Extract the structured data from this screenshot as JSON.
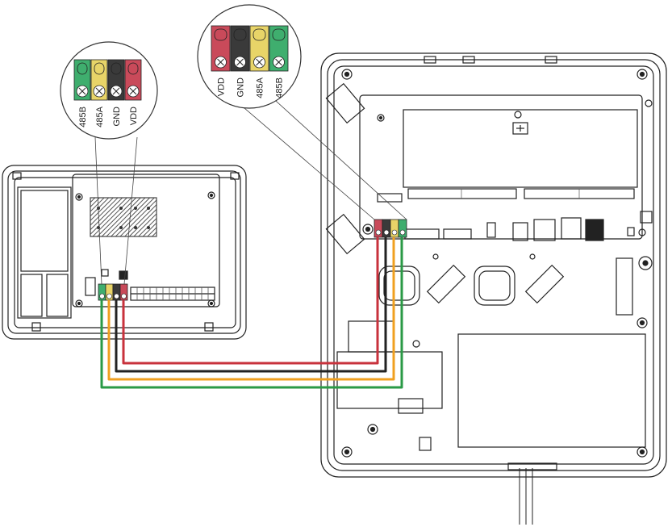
{
  "colors": {
    "outline": "#222222",
    "wire_vdd": "#c8323c",
    "wire_gnd": "#222222",
    "wire_485a": "#f0a020",
    "wire_485b": "#2a9a46",
    "block_vdd": "#c94a5a",
    "block_gnd": "#3a3a3a",
    "block_485a": "#e8d468",
    "block_485b": "#3fae6e",
    "hatch_gray": "#777777"
  },
  "left_callout": {
    "terminals": [
      {
        "label": "485B",
        "color_key": "block_485b"
      },
      {
        "label": "485A",
        "color_key": "block_485a"
      },
      {
        "label": "GND",
        "color_key": "block_gnd"
      },
      {
        "label": "VDD",
        "color_key": "block_vdd"
      }
    ]
  },
  "right_callout": {
    "terminals": [
      {
        "label": "VDD",
        "color_key": "block_vdd"
      },
      {
        "label": "GND",
        "color_key": "block_gnd"
      },
      {
        "label": "485A",
        "color_key": "block_485a"
      },
      {
        "label": "485B",
        "color_key": "block_485b"
      }
    ]
  }
}
